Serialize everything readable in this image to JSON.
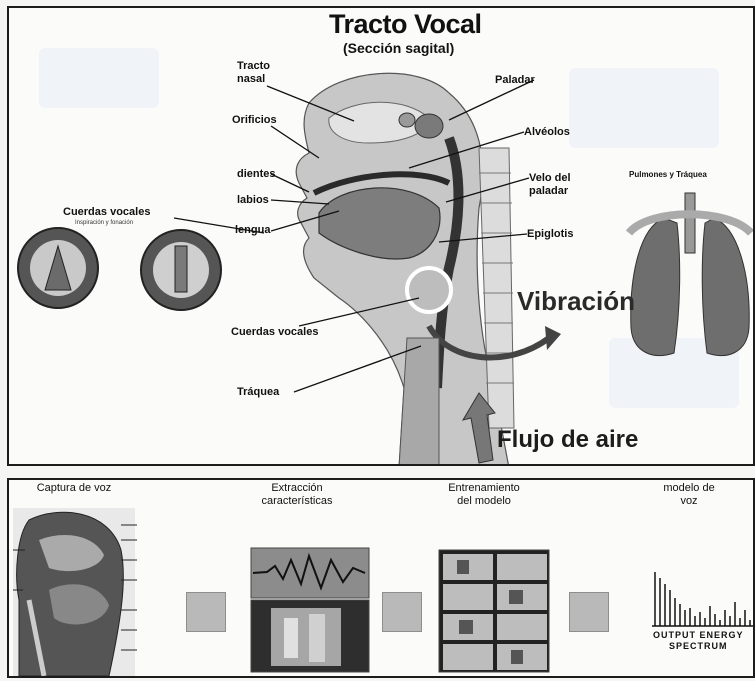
{
  "top": {
    "title": "Tracto Vocal",
    "subtitle": "(Sección sagital)",
    "labels": {
      "tracto_nasal": "Tracto\nnasal",
      "orificios": "Orificios",
      "dientes": "dientes",
      "labios": "labios",
      "lengua": "lengua",
      "paladar": "Paladar",
      "alveolos": "Alvéolos",
      "velo": "Velo del\npaladar",
      "epiglotis": "Epiglotis",
      "cuerdas_vocales": "Cuerdas vocales",
      "traquea": "Tráquea"
    },
    "cuerdas_title": "Cuerdas vocales",
    "cuerdas_sub": "Inspiración y fonación",
    "vibracion": "Vibración",
    "flujo": "Flujo de aire",
    "pulmones": "Pulmones y Tráquea"
  },
  "bottom": {
    "steps": [
      "Captura de voz",
      "Extracción\ncaracterísticas",
      "Entrenamiento\ndel modelo",
      "modelo de\nvoz"
    ],
    "spectrum_caption": "OUTPUT ENERGY\nSPECTRUM"
  }
}
